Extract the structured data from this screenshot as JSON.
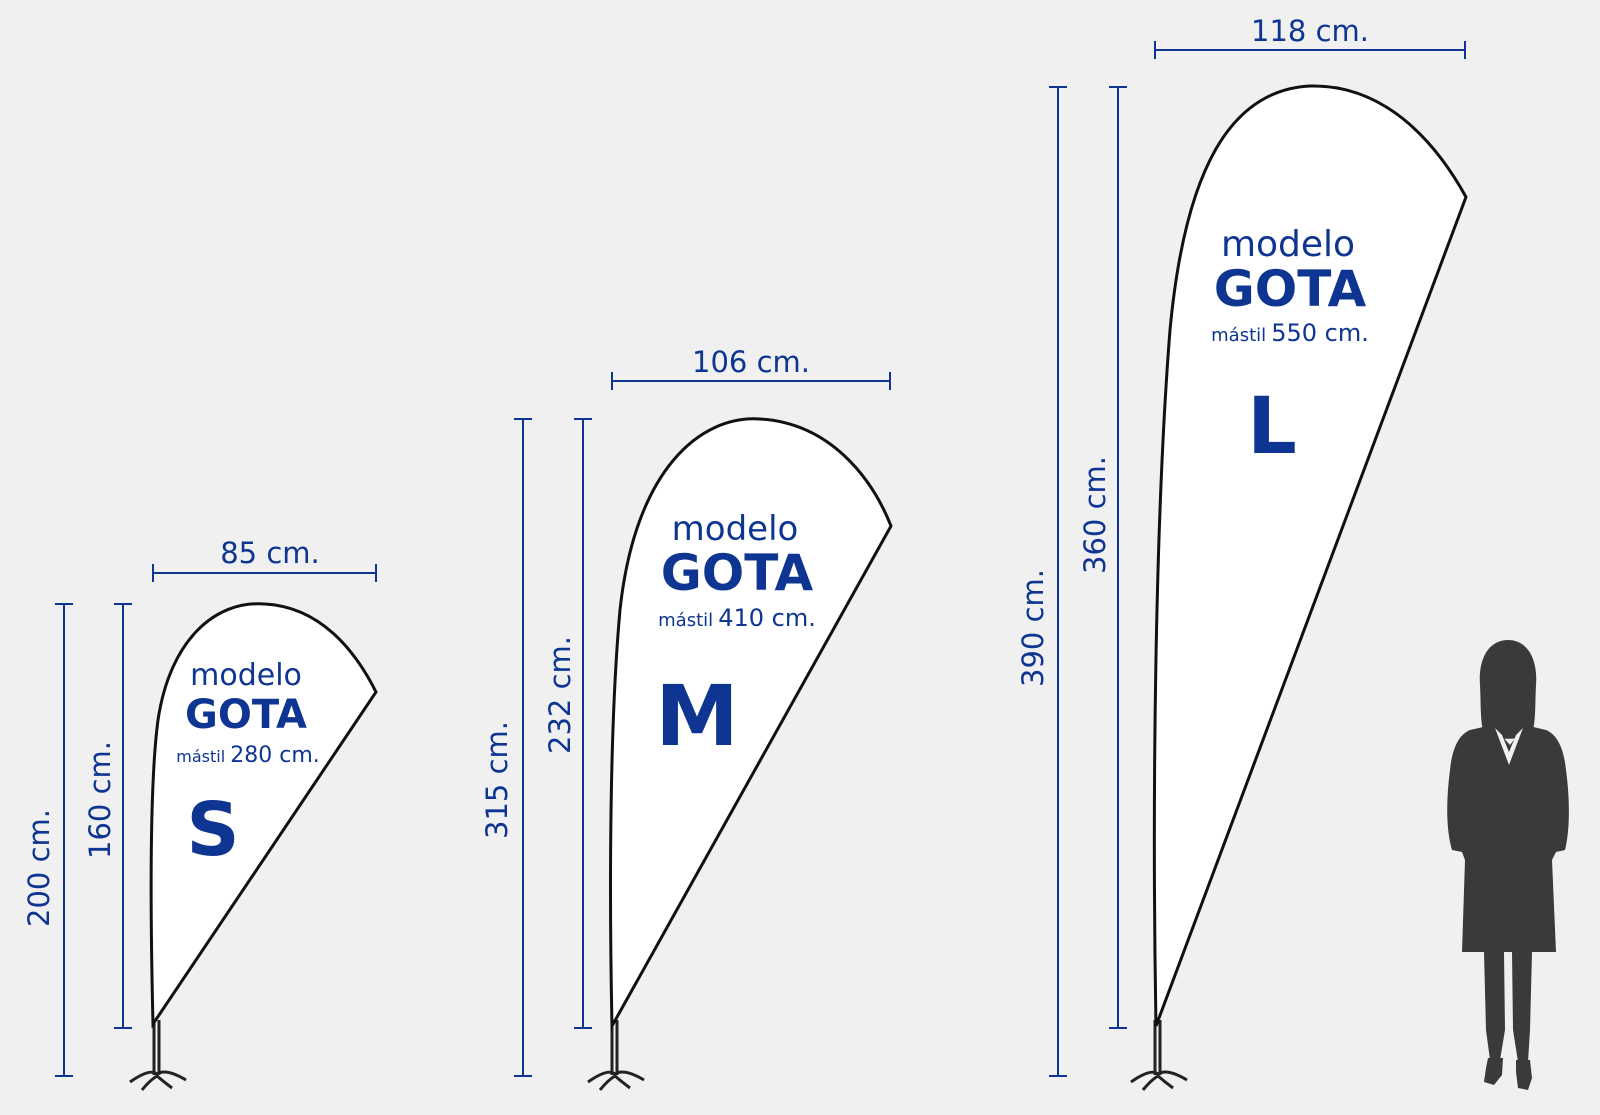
{
  "colors": {
    "accent": "#0d3591",
    "background": "#f0f0f0",
    "silhouette": "#3a3a3a"
  },
  "flags": [
    {
      "id": "s",
      "width_label": "85 cm.",
      "total_height_label": "200 cm.",
      "flag_height_label": "160 cm.",
      "modelo": "modelo",
      "gota": "GOTA",
      "mastil_word": "mástil",
      "mastil_value": "280 cm.",
      "size": "S"
    },
    {
      "id": "m",
      "width_label": "106 cm.",
      "total_height_label": "315 cm.",
      "flag_height_label": "232 cm.",
      "modelo": "modelo",
      "gota": "GOTA",
      "mastil_word": "mástil",
      "mastil_value": "410 cm.",
      "size": "M"
    },
    {
      "id": "l",
      "width_label": "118 cm.",
      "total_height_label": "390 cm.",
      "flag_height_label": "360 cm.",
      "modelo": "modelo",
      "gota": "GOTA",
      "mastil_word": "mástil",
      "mastil_value": "550 cm.",
      "size": "L"
    }
  ]
}
